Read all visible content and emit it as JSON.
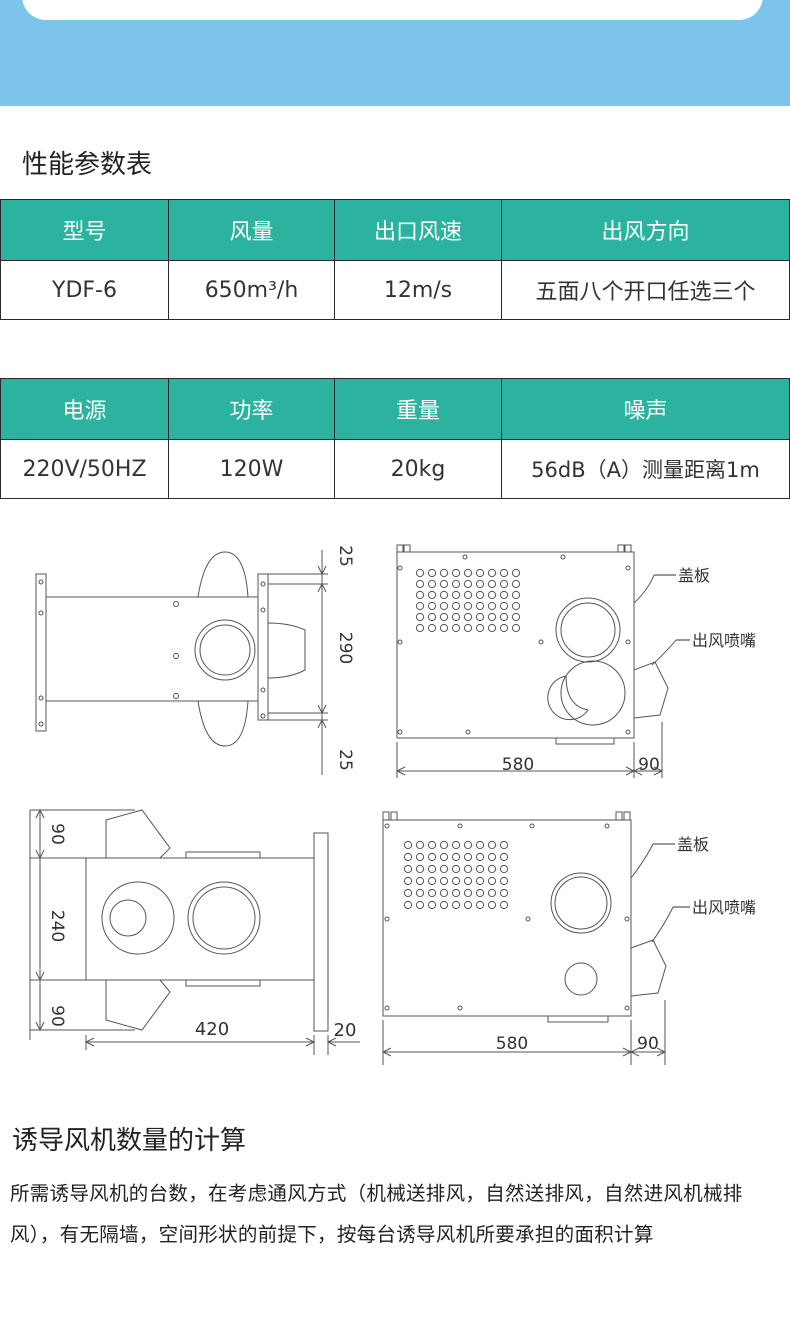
{
  "perf": {
    "title": "性能参数表",
    "table1": {
      "headers": [
        "型号",
        "风量",
        "出口风速",
        "出风方向"
      ],
      "row": [
        "YDF-6",
        "650m³/h",
        "12m/s",
        "五面八个开口任选三个"
      ]
    },
    "table2": {
      "headers": [
        "电源",
        "功率",
        "重量",
        "噪声"
      ],
      "row": [
        "220V/50HZ",
        "120W",
        "20kg",
        "56dB（A）测量距离1m"
      ]
    }
  },
  "drawing": {
    "dim_top_25": "25",
    "dim_290": "290",
    "dim_bottom_25": "25",
    "dim_580_top": "580",
    "dim_90_top": "90",
    "label_cover_top": "盖板",
    "label_nozzle_top": "出风喷嘴",
    "dim_left_90_top": "90",
    "dim_240": "240",
    "dim_left_90_bottom": "90",
    "dim_420": "420",
    "dim_20": "20",
    "dim_580_bottom": "580",
    "dim_90_bottom": "90",
    "label_cover_bottom": "盖板",
    "label_nozzle_bottom": "出风喷嘴"
  },
  "calc": {
    "title": "诱导风机数量的计算",
    "body": "所需诱导风机的台数，在考虑通风方式（机械送排风，自然送排风，自然进风机械排风），有无隔墙，空间形状的前提下，按每台诱导风机所要承担的面积计算"
  },
  "colors": {
    "banner": "#7dc4ec",
    "table_header": "#2bb3a0"
  }
}
